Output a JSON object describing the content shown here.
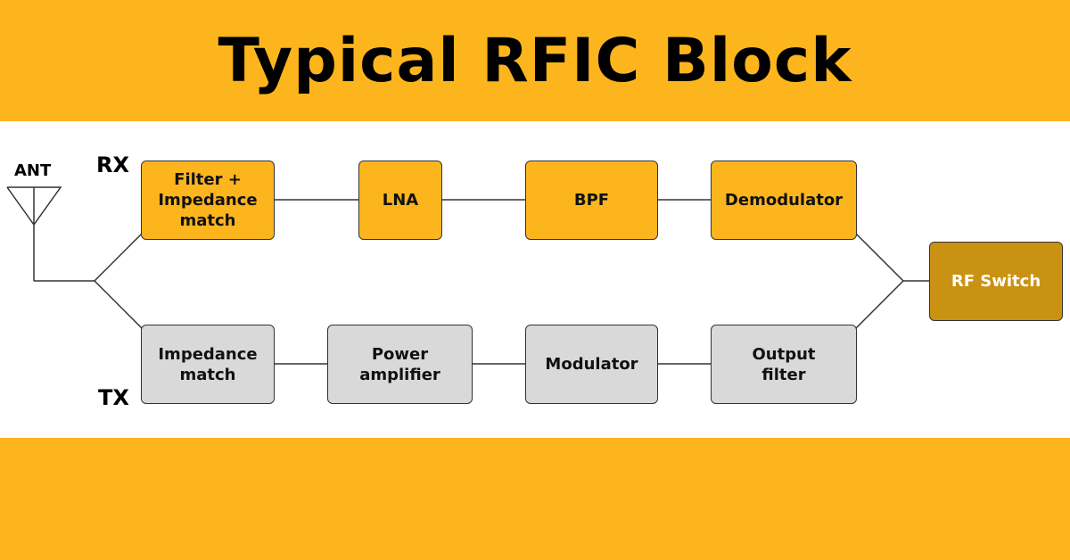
{
  "header": {
    "title": "Typical RFIC Block"
  },
  "labels": {
    "ant": "ANT",
    "rx": "RX",
    "tx": "TX"
  },
  "rx_chain": {
    "filter": "Filter +\nImpedance\nmatch",
    "lna": "LNA",
    "bpf": "BPF",
    "demodulator": "Demodulator"
  },
  "tx_chain": {
    "impedance": "Impedance\nmatch",
    "power_amp": "Power\namplifier",
    "modulator": "Modulator",
    "output_filter": "Output\nfilter"
  },
  "rf_switch": "RF Switch",
  "colors": {
    "accent": "#FDB51E",
    "tx_block": "#D9D9D9",
    "switch_block": "#C99213"
  }
}
